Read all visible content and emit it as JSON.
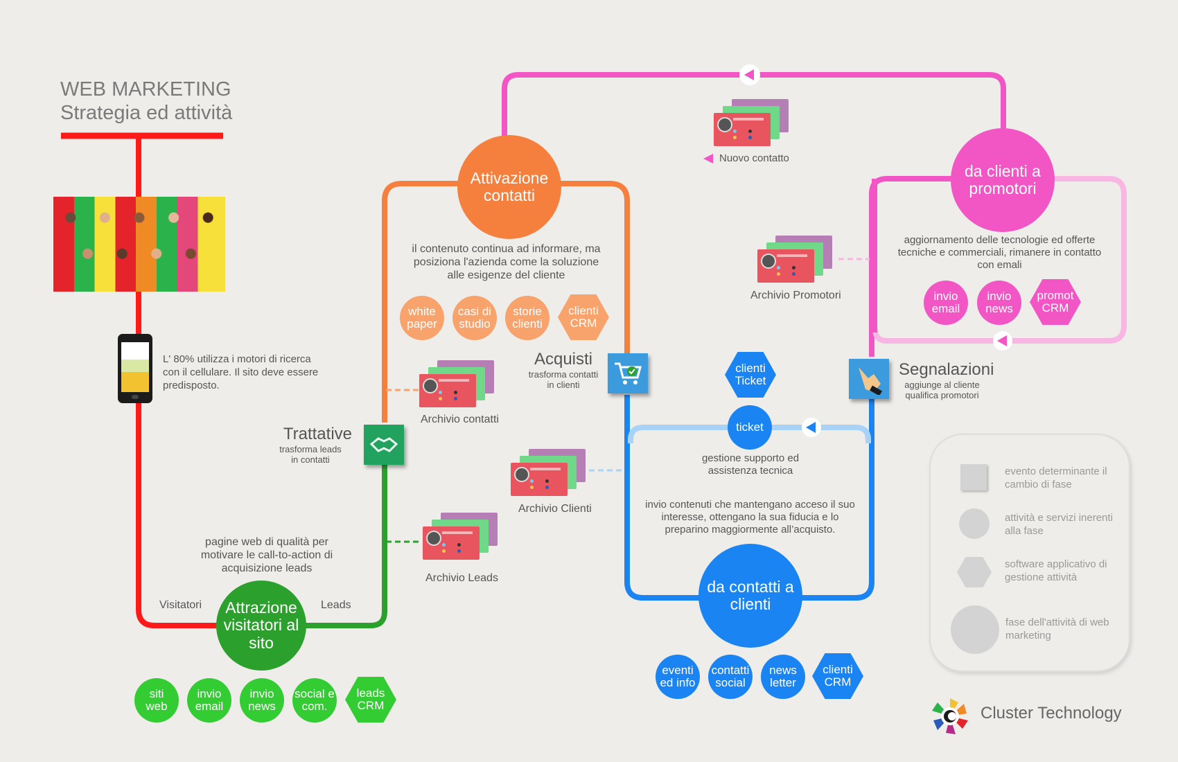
{
  "header": {
    "title": "WEB MARKETING",
    "subtitle": "Strategia ed attività"
  },
  "mobile_note": "L' 80% utilizza i motori di ricerca con il cellulare. Il sito deve essere predisposto.",
  "phase_attrazione": {
    "label": "Attrazione visitatori al sito",
    "description": "pagine web di qualità per motivare le call-to-action di acquisizione leads",
    "left_label": "Visitatori",
    "right_label": "Leads",
    "services": [
      "siti web",
      "invio email",
      "invio news",
      "social e com."
    ],
    "software": "leads CRM"
  },
  "phase_attivazione": {
    "label": "Attivazione contatti",
    "description": "il contenuto continua ad informare, ma posiziona l'azienda come la soluzione alle esigenze del cliente",
    "services": [
      "white paper",
      "casi di studio",
      "storie clienti"
    ],
    "software": "clienti CRM"
  },
  "phase_clienti": {
    "label": "da contatti a clienti",
    "description": "invio contenuti che mantengano acceso il suo interesse, ottengano la sua fiducia e lo preparino maggiormente all’acquisto.",
    "services": [
      "eventi ed info",
      "contatti social",
      "news letter"
    ],
    "software": "clienti CRM"
  },
  "phase_promotori": {
    "label": "da clienti a promotori",
    "description": "aggiornamento delle tecnologie ed offerte tecniche e commerciali, rimanere in contatto con emali",
    "services": [
      "invio email",
      "invio news"
    ],
    "software": "promot CRM"
  },
  "support": {
    "service": "ticket",
    "software": "clienti Ticket",
    "description": "gestione supporto ed assistenza tecnica"
  },
  "events": {
    "trattative": {
      "title": "Trattative",
      "subtitle": "trasforma leads in contatti"
    },
    "acquisti": {
      "title": "Acquisti",
      "subtitle": "trasforma contatti in clienti"
    },
    "segnalazioni": {
      "title": "Segnalazioni",
      "subtitle": "aggiunge al cliente qualifica promotori"
    }
  },
  "archives": {
    "nuovo_contatto": "Nuovo contatto",
    "contatti": "Archivio contatti",
    "clienti": "Archivio Clienti",
    "leads": "Archivio Leads",
    "promotori": "Archivio Promotori"
  },
  "legend": {
    "square": "evento determinante il cambio di fase",
    "circle": "attività e servizi inerenti alla fase",
    "hexagon": "software applicativo di gestione attività",
    "big_circle": "fase dell'attività di web marketing"
  },
  "brand": "Cluster Technology",
  "colors": {
    "red": "#ff1a1a",
    "green": "#2ca02c",
    "light_green": "#33cc33",
    "orange": "#f5803e",
    "light_orange": "#f7a36b",
    "blue": "#1a85f2",
    "light_blue": "#a8d3f7",
    "pink": "#f255c4",
    "light_pink": "#f8b6e3"
  }
}
